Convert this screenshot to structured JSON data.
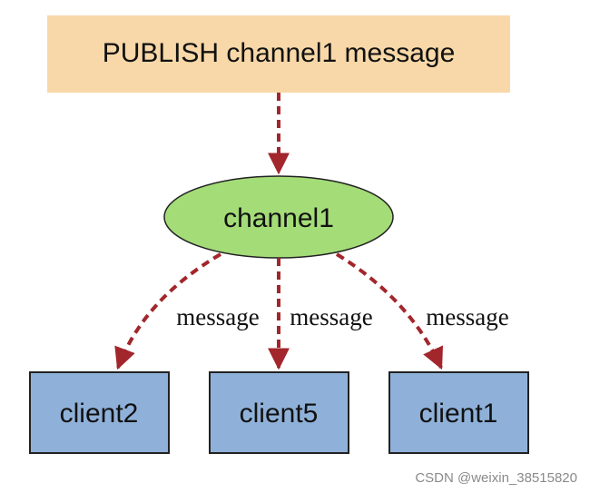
{
  "publish_box": {
    "label": "PUBLISH channel1 message"
  },
  "channel": {
    "label": "channel1"
  },
  "edges": [
    {
      "label": "message"
    },
    {
      "label": "message"
    },
    {
      "label": "message"
    }
  ],
  "clients": [
    {
      "label": "client2"
    },
    {
      "label": "client5"
    },
    {
      "label": "client1"
    }
  ],
  "colors": {
    "publish_fill": "#f8d8a8",
    "channel_fill": "#a4dc78",
    "client_fill": "#8fb1d9",
    "arrow": "#a2262c"
  },
  "watermark": "CSDN @weixin_38515820"
}
